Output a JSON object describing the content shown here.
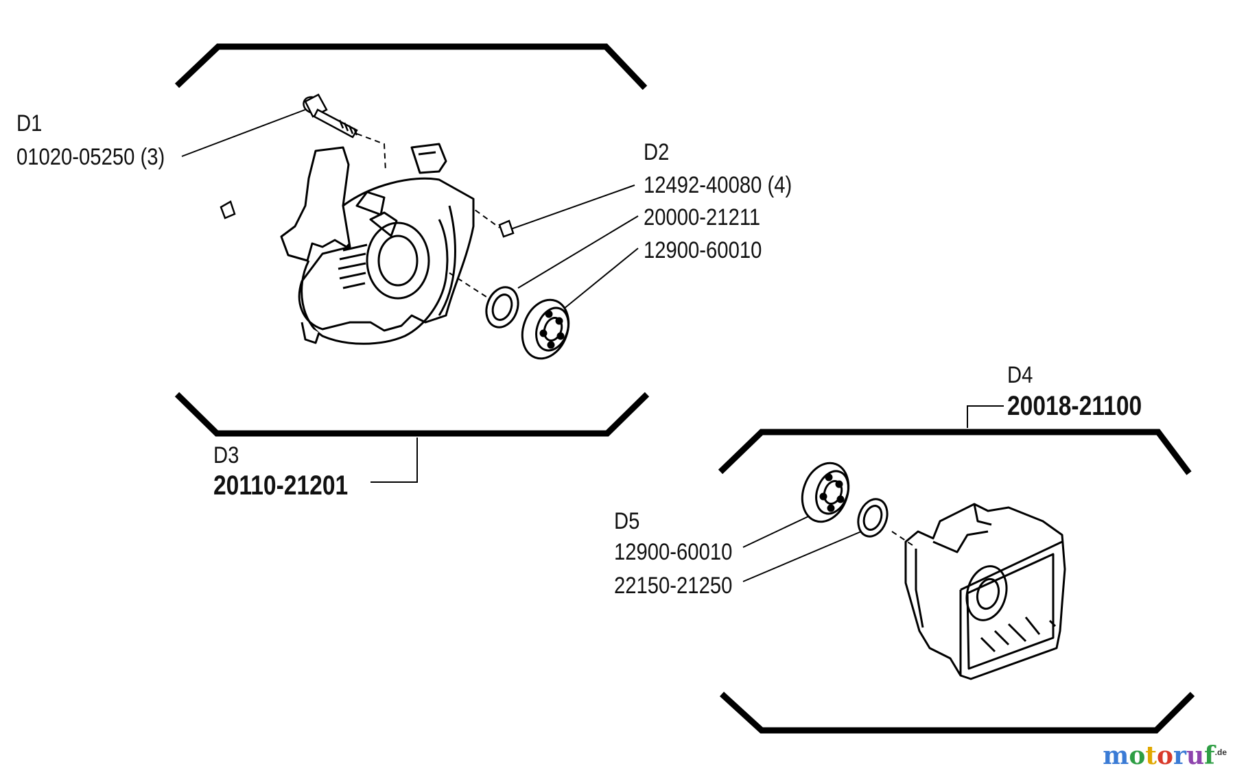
{
  "labels": {
    "d1_ref": "D1",
    "d1_part": "01020-05250 (3)",
    "d2_ref": "D2",
    "d2_part1": "12492-40080 (4)",
    "d2_part2": "20000-21211",
    "d2_part3": "12900-60010",
    "d3_ref": "D3",
    "d3_assembly": "20110-21201",
    "d4_ref": "D4",
    "d4_assembly": "20018-21100",
    "d5_ref": "D5",
    "d5_part1": "12900-60010",
    "d5_part2": "22150-21250"
  },
  "watermark": {
    "text_m": "m",
    "text_o1": "o",
    "text_t": "t",
    "text_o2": "o",
    "text_r": "r",
    "text_u": "u",
    "text_f": "f",
    "suffix": ".de",
    "colors": {
      "m": "#3a7bd5",
      "o1": "#2e9e44",
      "t": "#e0a800",
      "o2": "#d93a2b",
      "r": "#3a7bd5",
      "u": "#8e44ad",
      "f": "#2e9e44"
    }
  }
}
